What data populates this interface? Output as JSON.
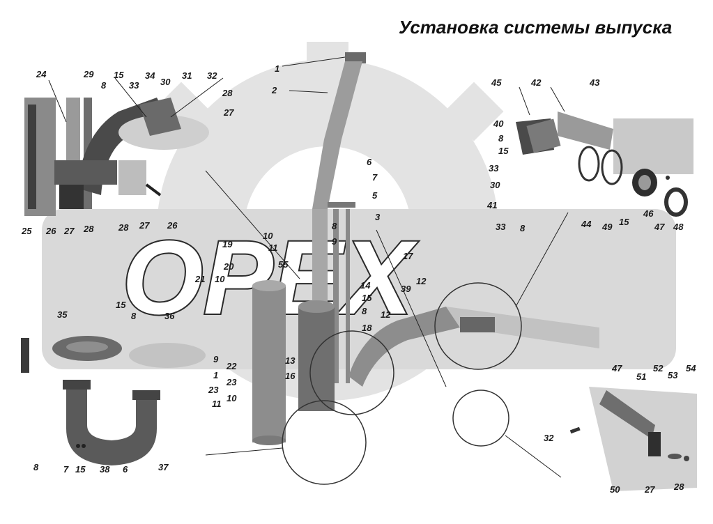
{
  "title": "Установка системы выпуска",
  "watermark_text": "OPEX",
  "colors": {
    "part_dark": "#3d3d3d",
    "part_mid": "#7a7a7a",
    "part_light": "#b8b8b8",
    "background_shape": "#dcdcdc",
    "leader": "#222222"
  },
  "callouts": {
    "c1": "1",
    "c2": "2",
    "c3": "3",
    "c5": "5",
    "c6": "6",
    "c7": "7",
    "c8a": "8",
    "c9a": "9",
    "c10a": "10",
    "c11a": "11",
    "c55": "55",
    "c17": "17",
    "c14": "14",
    "c15a": "15",
    "c8b": "8",
    "c12a": "12",
    "c12b": "12",
    "c39": "39",
    "c18": "18",
    "c13": "13",
    "c16": "16",
    "c19": "19",
    "c20": "20",
    "c21": "21",
    "c10b": "10",
    "c24": "24",
    "c29": "29",
    "c15b": "15",
    "c33a": "33",
    "c34": "34",
    "c30a": "30",
    "c31": "31",
    "c32a": "32",
    "c8c": "8",
    "c28a": "28",
    "c27a": "27",
    "c25": "25",
    "c26a": "26",
    "c27b": "27",
    "c28b": "28",
    "c28c": "28",
    "c27c": "27",
    "c26b": "26",
    "c45": "45",
    "c42": "42",
    "c43": "43",
    "c40": "40",
    "c8d": "8",
    "c15c": "15",
    "c33b": "33",
    "c30b": "30",
    "c41": "41",
    "c33c": "33",
    "c8e": "8",
    "c44": "44",
    "c49": "49",
    "c15d": "15",
    "c46": "46",
    "c47a": "47",
    "c48": "48",
    "c35": "35",
    "c15e": "15",
    "c8f": "8",
    "c36": "36",
    "c9b": "9",
    "c1b": "1",
    "c22": "22",
    "c23a": "23",
    "c23b": "23",
    "c11b": "11",
    "c10c": "10",
    "c8g": "8",
    "c7b": "7",
    "c15f": "15",
    "c38": "38",
    "c6b": "6",
    "c37": "37",
    "c47b": "47",
    "c51": "51",
    "c52": "52",
    "c53": "53",
    "c54": "54",
    "c32b": "32",
    "c50": "50",
    "c27d": "27",
    "c28d": "28"
  }
}
